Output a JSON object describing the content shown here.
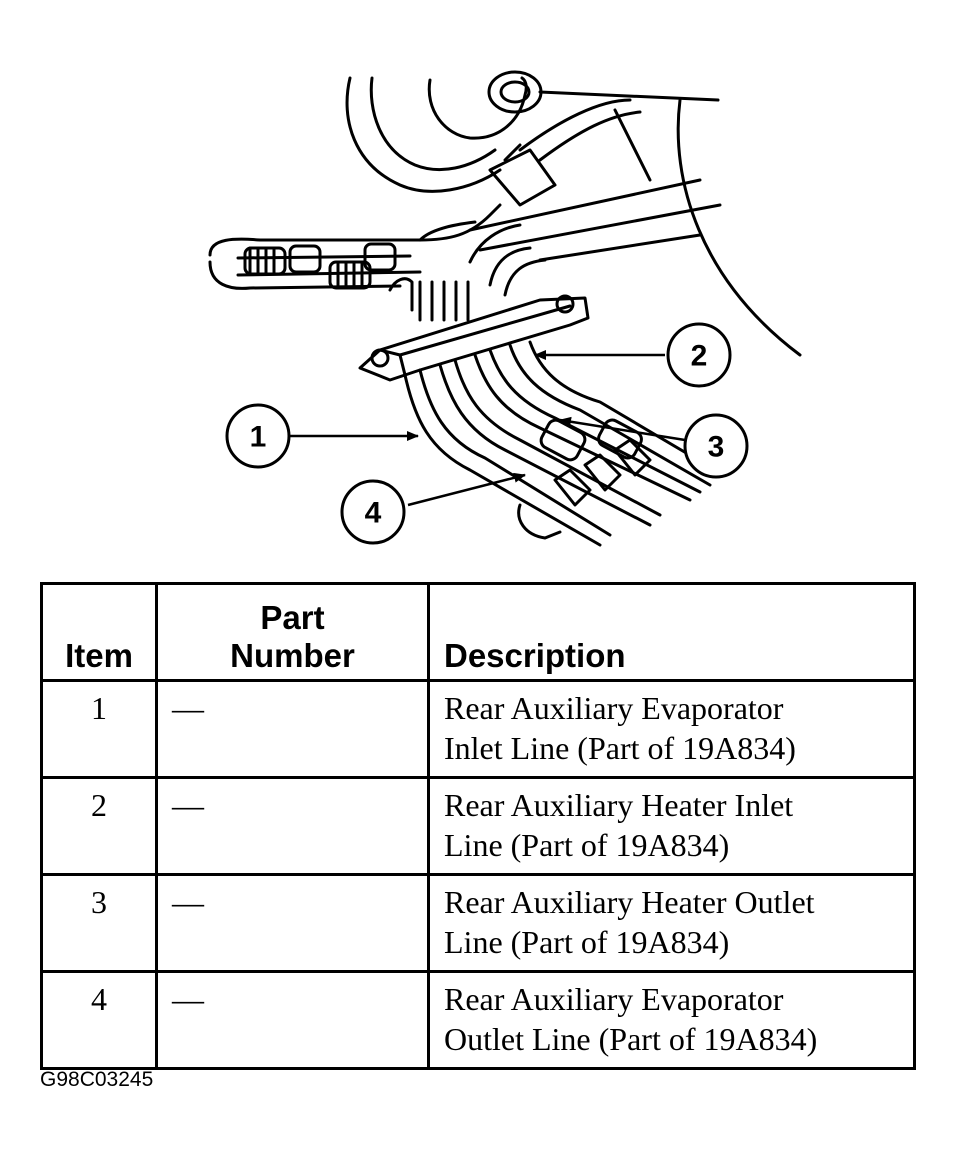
{
  "callouts": [
    "1",
    "2",
    "3",
    "4"
  ],
  "table": {
    "headers": {
      "item": "Item",
      "part_line1": "Part",
      "part_line2": "Number",
      "description": "Description"
    },
    "rows": [
      {
        "item": "1",
        "part": "—",
        "desc_line1": "Rear Auxiliary Evaporator",
        "desc_line2": "Inlet Line (Part of 19A834)"
      },
      {
        "item": "2",
        "part": "—",
        "desc_line1": "Rear Auxiliary Heater Inlet",
        "desc_line2": "Line (Part of 19A834)"
      },
      {
        "item": "3",
        "part": "—",
        "desc_line1": "Rear Auxiliary Heater Outlet",
        "desc_line2": "Line (Part of 19A834)"
      },
      {
        "item": "4",
        "part": "—",
        "desc_line1": "Rear Auxiliary Evaporator",
        "desc_line2": "Outlet Line (Part of 19A834)"
      }
    ]
  },
  "figure_id": "G98C03245"
}
